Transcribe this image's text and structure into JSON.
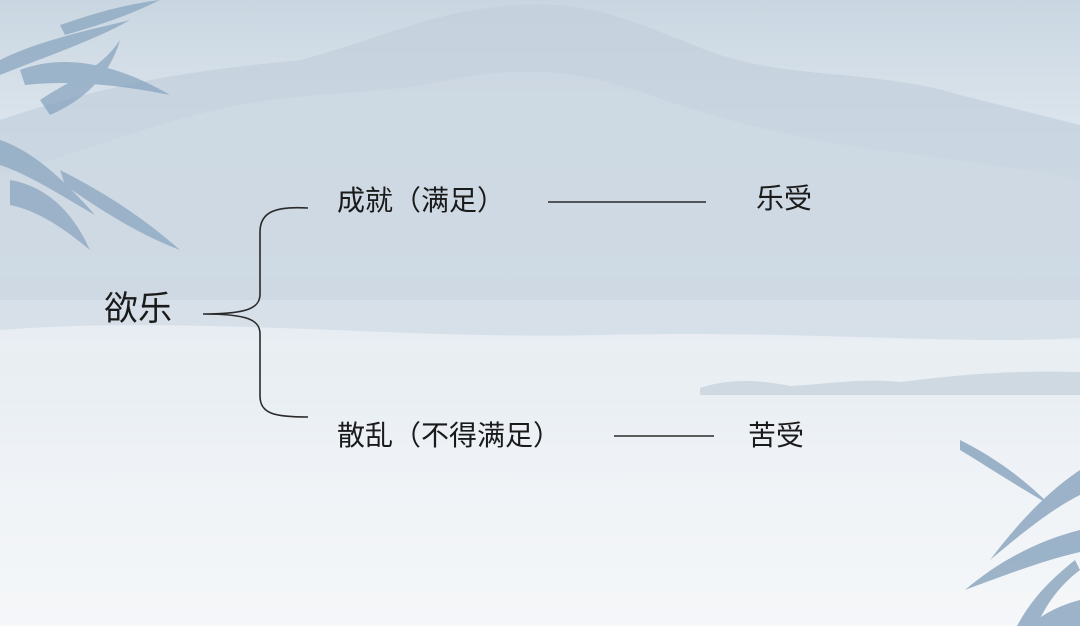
{
  "diagram": {
    "root": "欲乐",
    "branches": [
      {
        "condition": "成就（满足）",
        "result": "乐受"
      },
      {
        "condition": "散乱（不得满足）",
        "result": "苦受"
      }
    ]
  },
  "colors": {
    "text": "#1a1a1a",
    "line": "#2a2a2a",
    "mountain": "#aebdcc",
    "bamboo": "#7f9db9"
  },
  "decorations": [
    "mountain-landscape",
    "bamboo-leaves"
  ]
}
